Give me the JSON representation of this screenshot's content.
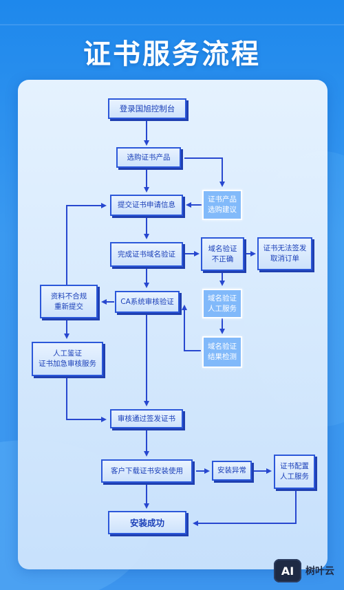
{
  "title": "证书服务流程",
  "steps": {
    "login": "登录国旭控制台",
    "buy": "选购证书产品",
    "buy_advice": "证书产品\n选购建议",
    "submit": "提交证书申请信息",
    "verify": "完成证书域名验证",
    "domain_wrong": "域名验证\n不正确",
    "cannot_issue": "证书无法签发\n取消订单",
    "domain_manual": "域名验证\n人工服务",
    "domain_check": "域名验证\n结果检测",
    "ca_review": "CA系统审核验证",
    "resubmit": "资料不合规\n重新提交",
    "manual_verify": "人工鉴证\n证书加急审核服务",
    "issued": "审核通过签发证书",
    "download": "客户下载证书安装使用",
    "install_error": "安装异常",
    "config_service": "证书配置\n人工服务",
    "success": "安装成功"
  },
  "logo": {
    "badge": "AI",
    "name": "树叶云"
  },
  "colors": {
    "box_border": "#2b57d9",
    "box_text": "#1a3fb8",
    "line": "#2747cf"
  }
}
